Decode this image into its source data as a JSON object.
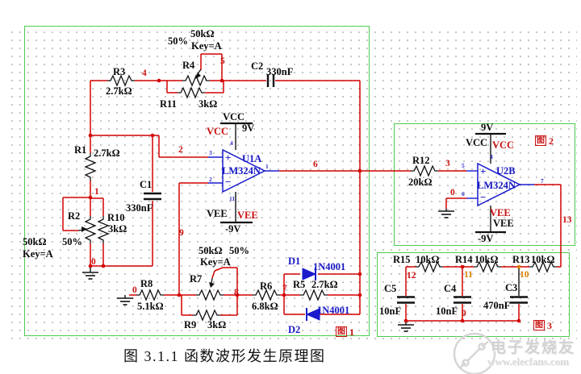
{
  "caption": "图 3.1.1 函数波形发生原理图",
  "watermark": {
    "brand": "电子发烧友",
    "url": "www.elecfans.com"
  },
  "frames": {
    "f1": {
      "icon": "图",
      "num": "1"
    },
    "f2": {
      "icon": "图",
      "num": "2"
    },
    "f3": {
      "icon": "图",
      "num": "3"
    }
  },
  "components": {
    "r1": {
      "ref": "R1",
      "value": "2.7kΩ"
    },
    "r2": {
      "ref": "R2",
      "value": "50kΩ",
      "percent": "50%",
      "key": "Key=A"
    },
    "r3": {
      "ref": "R3",
      "value": "2.7kΩ"
    },
    "r4": {
      "ref": "R4",
      "value": "50kΩ",
      "percent": "50%",
      "key": "Key=A"
    },
    "r5": {
      "ref": "R5",
      "value": "2.7kΩ"
    },
    "r6": {
      "ref": "R6",
      "value": "6.8kΩ"
    },
    "r7": {
      "ref": "R7",
      "value": "50kΩ",
      "percent": "50%",
      "key": "Key=A"
    },
    "r8": {
      "ref": "R8",
      "value": "5.1kΩ"
    },
    "r9": {
      "ref": "R9",
      "value": "3kΩ"
    },
    "r10": {
      "ref": "R10",
      "value": "3kΩ"
    },
    "r11": {
      "ref": "R11",
      "value": "3kΩ"
    },
    "r12": {
      "ref": "R12",
      "value": "20kΩ"
    },
    "r13": {
      "ref": "R13",
      "value": "10kΩ"
    },
    "r14": {
      "ref": "R14",
      "value": "10kΩ"
    },
    "r15": {
      "ref": "R15",
      "value": "10kΩ"
    },
    "c1": {
      "ref": "C1",
      "value": "330nF"
    },
    "c2": {
      "ref": "C2",
      "value": "330nF"
    },
    "c3": {
      "ref": "C3",
      "value": "470nF"
    },
    "c4": {
      "ref": "C4",
      "value": "10nF"
    },
    "c5": {
      "ref": "C5",
      "value": "10nF"
    },
    "d1": {
      "ref": "D1",
      "value": "1N4001"
    },
    "d2": {
      "ref": "D2",
      "value": "1N4001"
    },
    "u1a": {
      "ref": "U1A",
      "part": "LM324N",
      "plus": "+",
      "minus": "−",
      "vcc_black": "VCC",
      "vcc_red": "VCC",
      "vcc_val": "9V",
      "vee_black": "VEE",
      "vee_red": "VEE",
      "vee_val": "-9V",
      "pin_plus": "3",
      "pin_minus": "2",
      "pin_out": "1",
      "pin_vcc": "4",
      "pin_vee": "11"
    },
    "u2b": {
      "ref": "U2B",
      "part": "LM324N",
      "plus": "+",
      "minus": "−",
      "vcc_black": "VCC",
      "vcc_red": "VCC",
      "vcc_val": "9V",
      "vee_black": "VEE",
      "vee_red": "VEE",
      "vee_val": "-9V",
      "pin_plus": "5",
      "pin_minus": "6",
      "pin_out": "7",
      "pin_vcc": "4"
    }
  },
  "nets": {
    "n1": "1",
    "n2": "2",
    "n3": "3",
    "n4": "4",
    "n5": "5",
    "n6": "6",
    "n7": "7",
    "n8": "8",
    "n9": "9",
    "n10": "10",
    "n11": "11",
    "n12": "12",
    "n13": "13",
    "n0_left": "0",
    "n0_r8": "0",
    "n0_u2b": "0",
    "n0_rc": "0"
  },
  "colors": {
    "wire_red": "#d40000",
    "component_blue": "#1a1acc",
    "frame_green": "#4ecb4e",
    "net_orange": "#d88200"
  }
}
